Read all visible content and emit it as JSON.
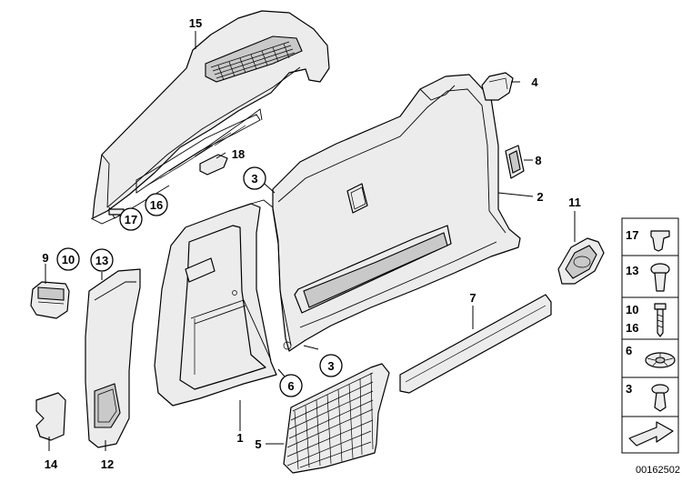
{
  "diagram": {
    "title": "Trunk trim panel parts diagram",
    "drawing_id": "00162502"
  },
  "callouts": {
    "c1": "1",
    "c2": "2",
    "c3a": "3",
    "c3b": "3",
    "c4": "4",
    "c5": "5",
    "c6": "6",
    "c7": "7",
    "c8": "8",
    "c9": "9",
    "c10": "10",
    "c11": "11",
    "c12": "12",
    "c13": "13",
    "c14": "14",
    "c15": "15",
    "c16": "16",
    "c17": "17",
    "c18": "18"
  },
  "legend": {
    "items": [
      "17",
      "13",
      "10",
      "16",
      "6",
      "3"
    ]
  }
}
